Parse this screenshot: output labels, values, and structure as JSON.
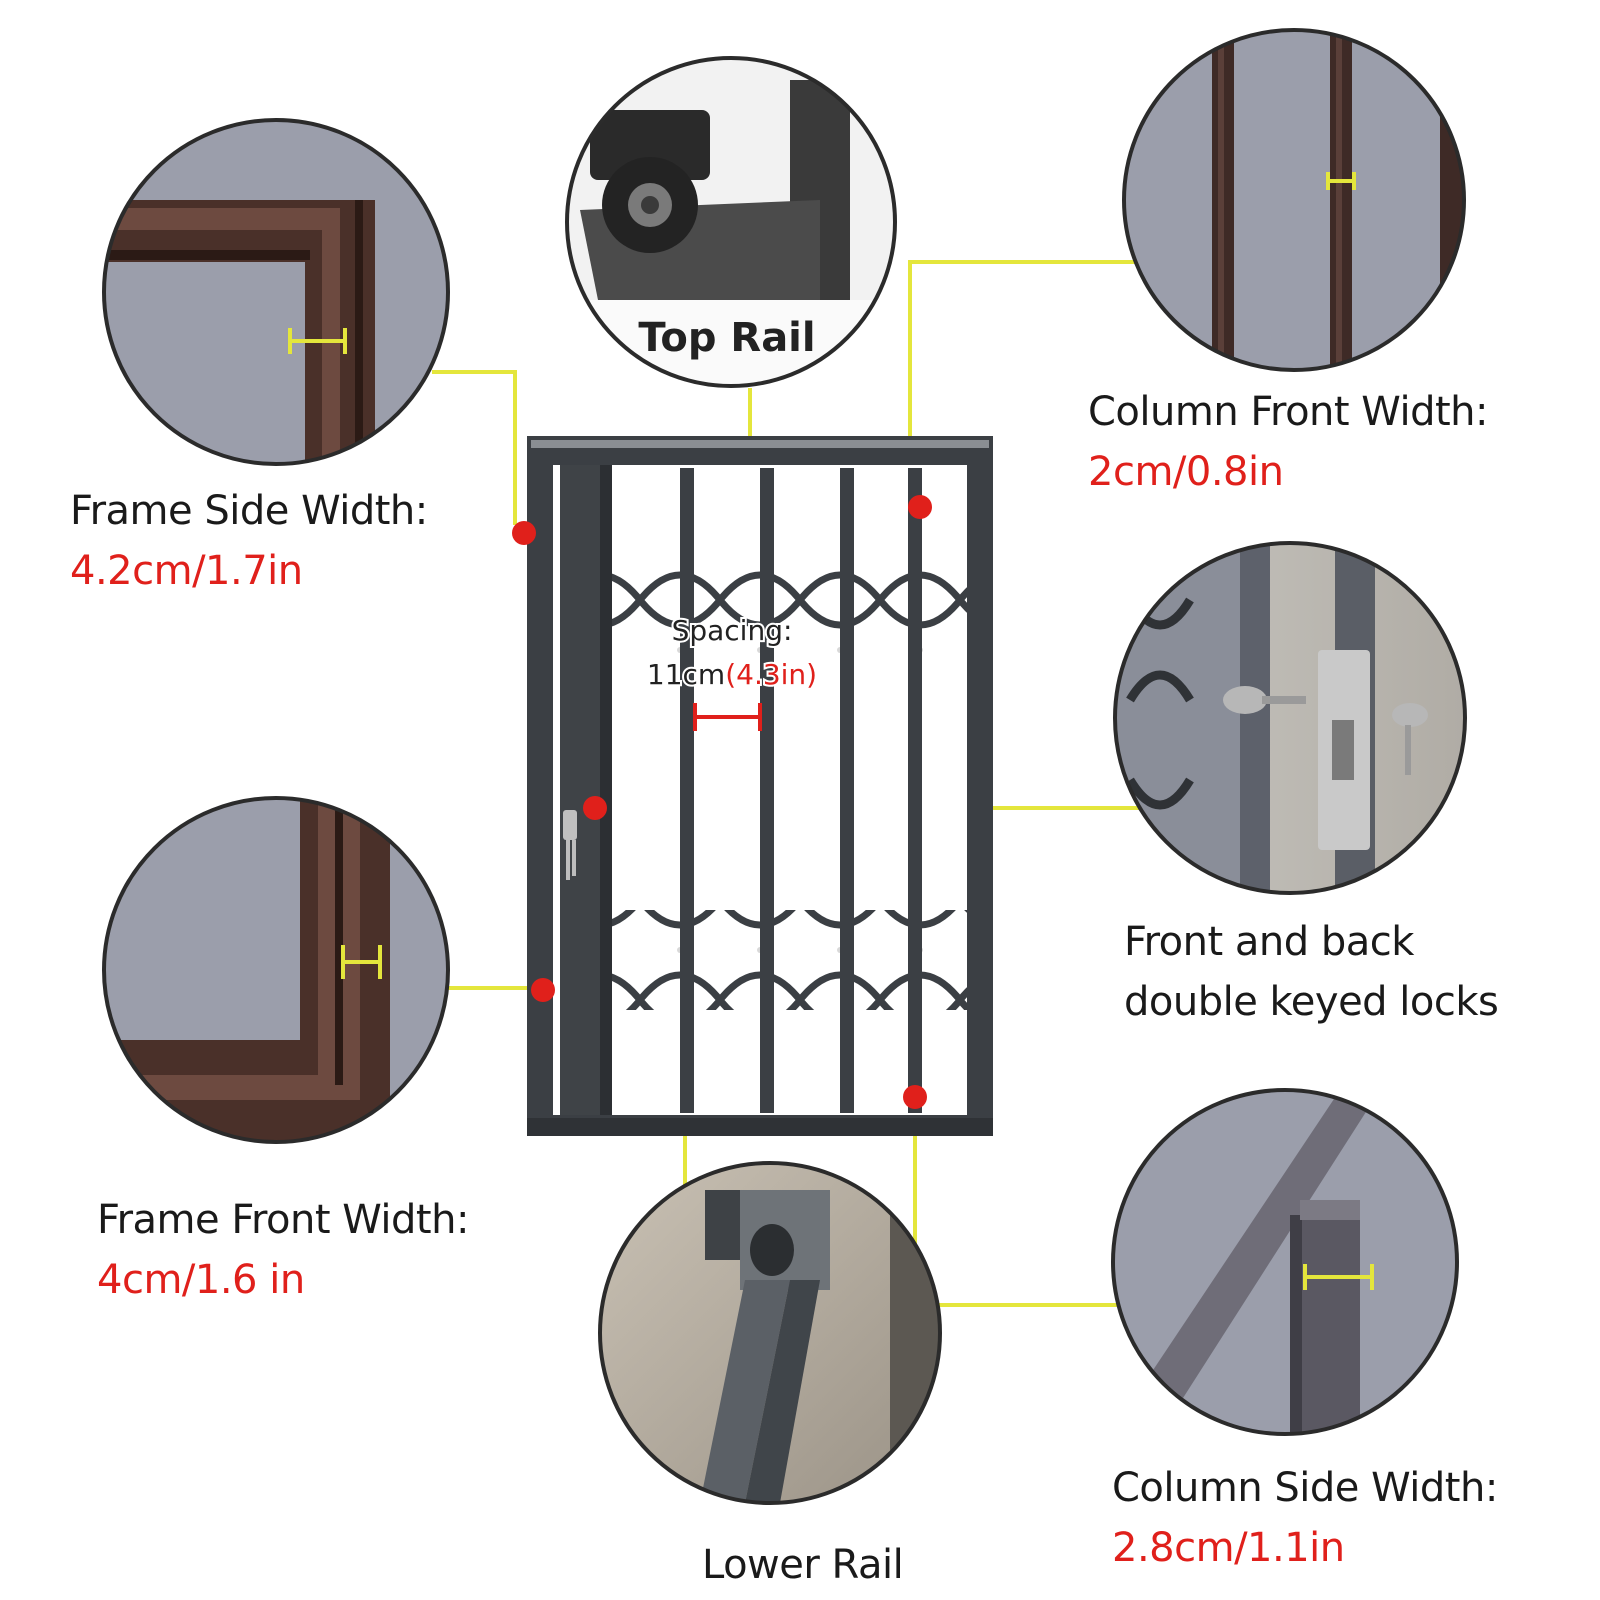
{
  "callouts": {
    "frame_side": {
      "title": "Frame Side Width:",
      "value": "4.2cm/1.7in"
    },
    "column_front": {
      "title": "Column Front Width:",
      "value": "2cm/0.8in"
    },
    "frame_front": {
      "title": "Frame Front Width:",
      "value": "4cm/1.6 in"
    },
    "column_side": {
      "title": "Column Side Width:",
      "value": "2.8cm/1.1in"
    },
    "locks": {
      "line1": "Front and back",
      "line2": "double keyed locks"
    },
    "top_rail": {
      "label": "Top Rail"
    },
    "lower_rail": {
      "label": "Lower Rail"
    }
  },
  "spacing": {
    "line1": "Spacing:",
    "line2_prefix": "11cm",
    "line2_value": "(4.3in)"
  },
  "colors": {
    "accent_red": "#e0201b",
    "leader_yellow": "#e4e63c",
    "gate_frame": "#3b3f44",
    "bronze_frame": "#4a3029",
    "panel_bg": "#9b9eab"
  }
}
